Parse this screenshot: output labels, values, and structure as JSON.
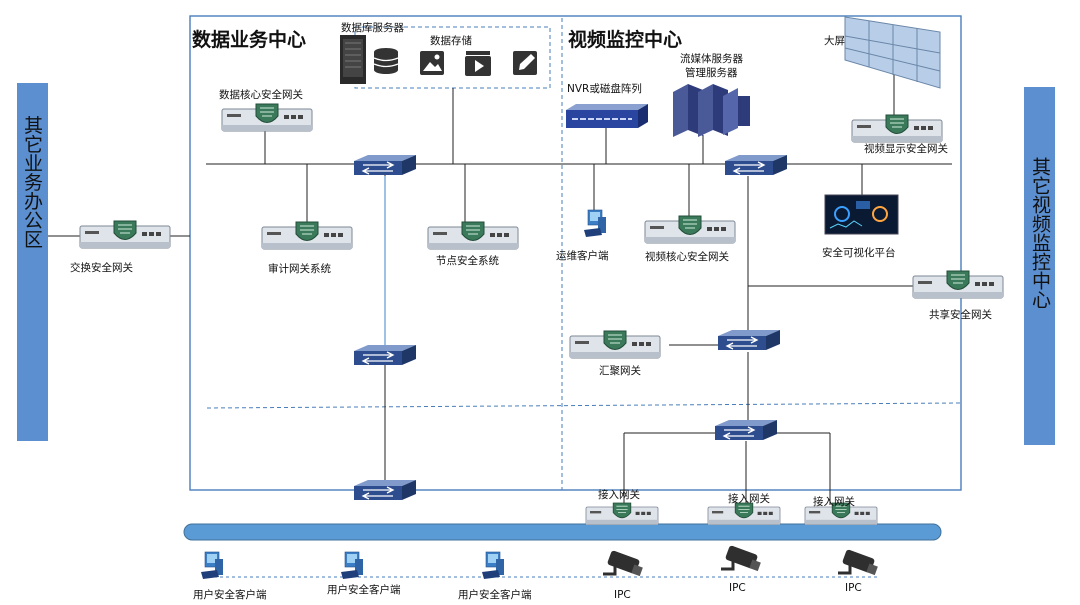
{
  "zones": {
    "data_center": "数据业务中心",
    "video_center": "视频监控中心",
    "left_office": "其它业务办公区",
    "right_center": "其它视频监控中心"
  },
  "labels": {
    "db_server": "数据库服务器",
    "data_storage": "数据存储",
    "data_core_gw": "数据核心安全网关",
    "audit_gw": "审计网关系统",
    "node_security": "节点安全系统",
    "exchange_gw": "交换安全网关",
    "nvr": "NVR或磁盘阵列",
    "stream_server": "流媒体服务器",
    "mgmt_server": "管理服务器",
    "big_screen": "大屏",
    "video_display_gw": "视频显示安全网关",
    "ops_client": "运维客户端",
    "video_core_gw": "视频核心安全网关",
    "visual_platform": "安全可视化平台",
    "share_gw": "共享安全网关",
    "aggregation_gw": "汇聚网关",
    "access_gw_1": "接入网关",
    "access_gw_2": "接入网关",
    "access_gw_3": "接入网关",
    "user_client_1": "用户安全客户端",
    "user_client_2": "用户安全客户端",
    "user_client_3": "用户安全客户端",
    "ipc_1": "IPC",
    "ipc_2": "IPC",
    "ipc_3": "IPC"
  },
  "colors": {
    "zone_border": "#4a7ebb",
    "side_panel": "#5b8fd0",
    "bus": "#5b9bd5",
    "switch": "#2e4d8f",
    "gateway_body": "#dfe4ea",
    "shield": "#3a7a5a"
  }
}
